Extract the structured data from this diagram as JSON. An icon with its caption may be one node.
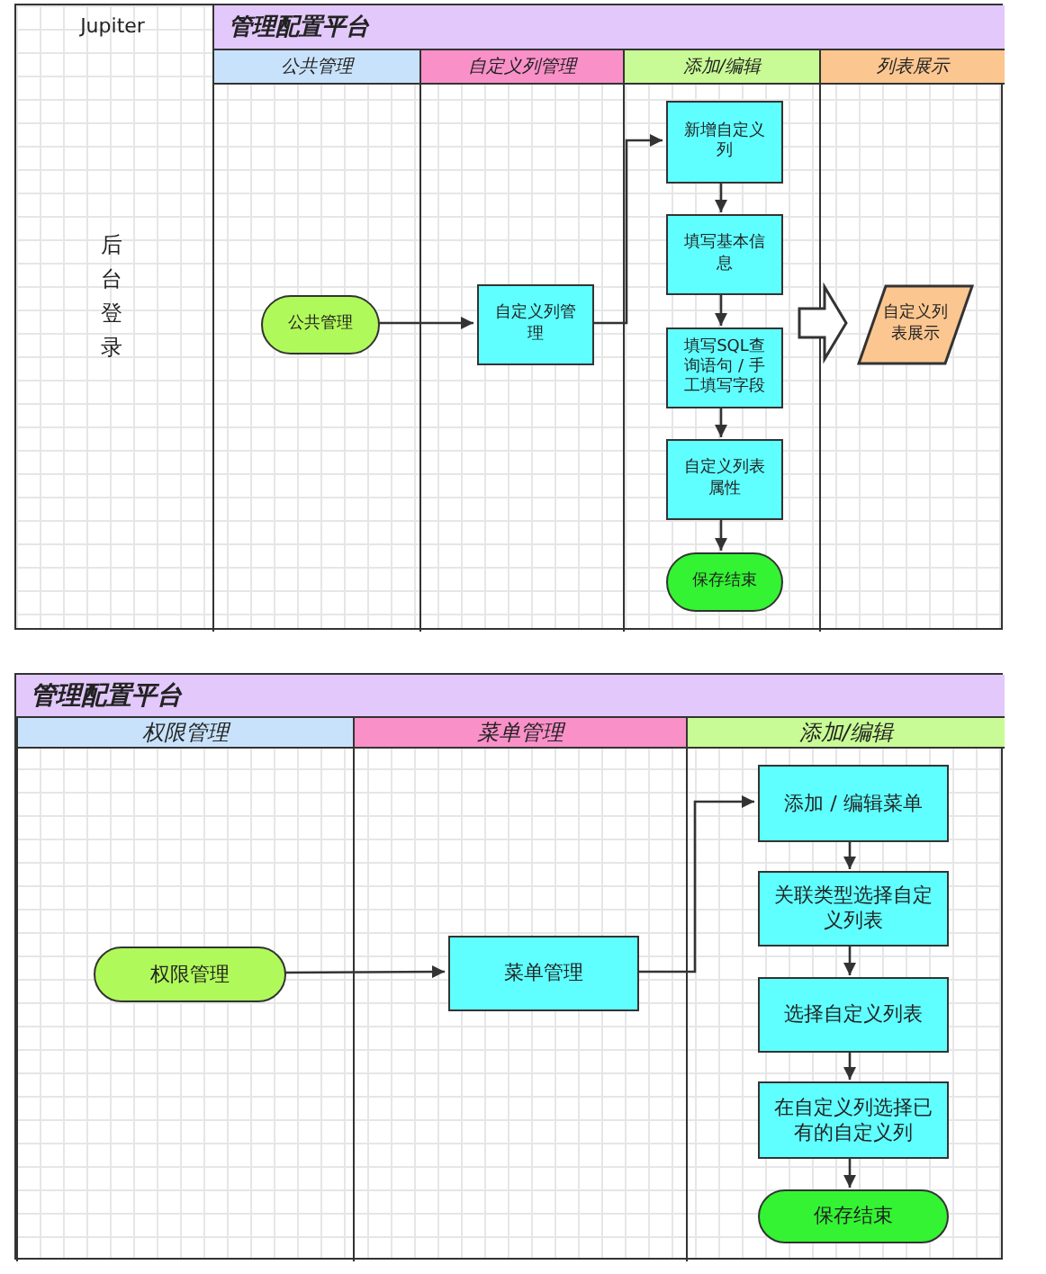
{
  "diagram": {
    "nodes": [
      {
        "text": [
          "管理配置平台"
        ]
      },
      {
        "text": [
          "公共管理"
        ],
        "in": 0
      },
      {
        "text": [
          "自定义列管理"
        ],
        "in": 0
      },
      {
        "text": [
          "添加/编辑"
        ],
        "in": 0
      },
      {
        "text": [
          "列表展示"
        ],
        "in": 0
      },
      {
        "text": [
          "公共管理"
        ],
        "in": 1
      },
      {
        "text": [
          "自定义列管理"
        ],
        "in": 2
      },
      {
        "text": [
          "新增自定义列"
        ],
        "in": 3
      },
      {
        "text": [
          "填写基本信息"
        ],
        "in": 3
      },
      {
        "text": [
          "填写SQL查询语句 / 手工填写字段"
        ],
        "in": 3
      },
      {
        "text": [
          "自定义列表属性"
        ],
        "in": 3
      },
      {
        "text": [
          "保存结束"
        ],
        "in": 3
      },
      {
        "text": [
          "自定义列表展示"
        ],
        "in": 4
      },
      {
        "text": [
          "管理配置平台"
        ]
      },
      {
        "text": [
          "权限管理"
        ],
        "in": 13
      },
      {
        "text": [
          "菜单管理"
        ],
        "in": 13
      },
      {
        "text": [
          "添加/编辑"
        ],
        "in": 13
      },
      {
        "text": [
          "权限管理"
        ],
        "in": 14
      },
      {
        "text": [
          "菜单管理"
        ],
        "in": 15
      },
      {
        "text": [
          "添加 / 编辑菜单"
        ],
        "in": 16
      },
      {
        "text": [
          "关联类型选择自定义列表"
        ],
        "in": 16
      },
      {
        "text": [
          "选择自定义列表"
        ],
        "in": 16
      },
      {
        "text": [
          "在自定义列选择已有的自定义列"
        ],
        "in": 16
      },
      {
        "text": [
          "保存结束"
        ],
        "in": 16
      }
    ],
    "edges": [
      {
        "from": 5,
        "to": 6,
        "arrow": "to"
      },
      {
        "from": 6,
        "to": 7,
        "arrow": "to"
      },
      {
        "from": 7,
        "to": 8,
        "arrow": "to"
      },
      {
        "from": 8,
        "to": 9,
        "arrow": "to"
      },
      {
        "from": 9,
        "to": 10,
        "arrow": "to"
      },
      {
        "from": 10,
        "to": 11,
        "arrow": "to"
      },
      {
        "from": 3,
        "to": 12,
        "arrow": "to",
        "style": "thick"
      },
      {
        "from": 17,
        "to": 18,
        "arrow": "to"
      },
      {
        "from": 18,
        "to": 19,
        "arrow": "to"
      },
      {
        "from": 19,
        "to": 20,
        "arrow": "to"
      },
      {
        "from": 20,
        "to": 21,
        "arrow": "to"
      },
      {
        "from": 21,
        "to": 22,
        "arrow": "to"
      },
      {
        "from": 22,
        "to": 23,
        "arrow": "to"
      }
    ],
    "labels": [
      "Jupiter",
      "后台登录"
    ]
  }
}
